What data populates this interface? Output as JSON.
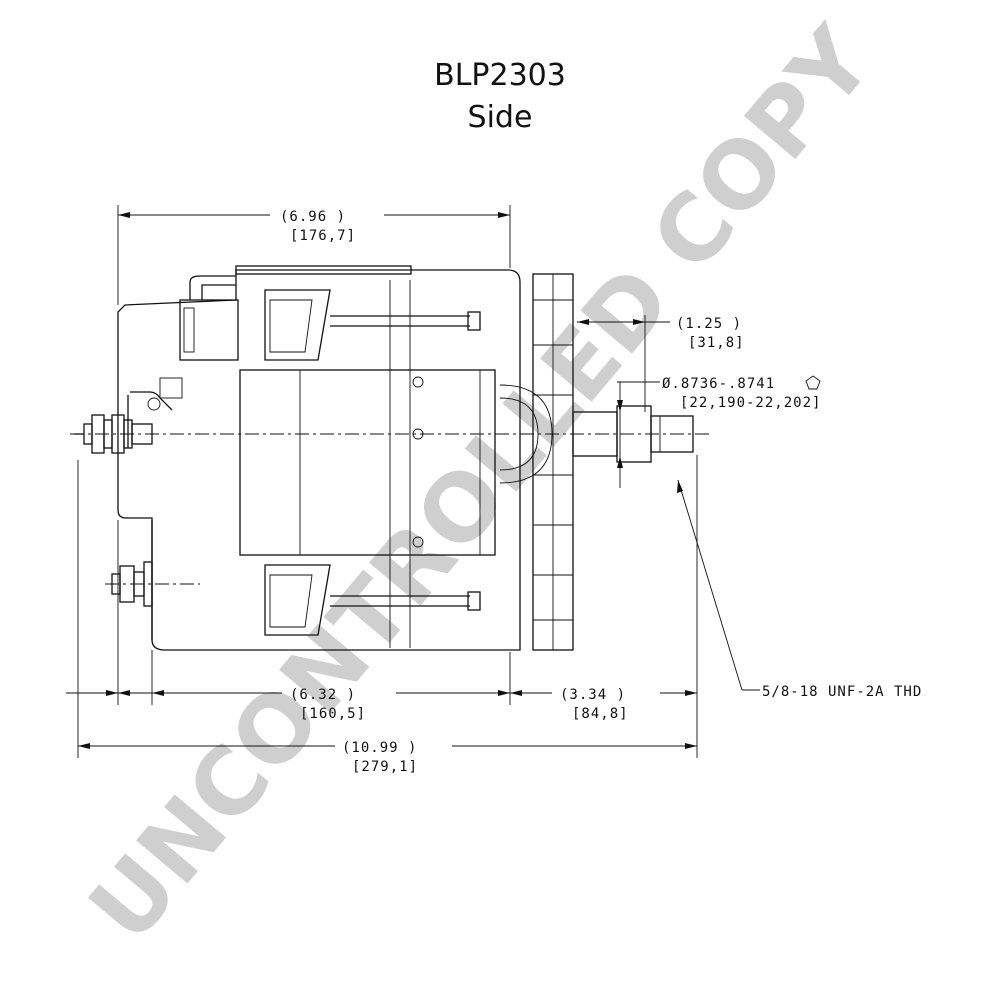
{
  "title": "BLP2303",
  "subtitle": "Side",
  "watermark": "UNCONTROLLED COPY",
  "dimensions": {
    "housing_length": {
      "inch": "(6.96    )",
      "mm": "[176,7]"
    },
    "pulley_offset": {
      "inch": "(1.25   )",
      "mm": "[31,8]"
    },
    "shaft_diameter": {
      "inch": "Ø.8736-.8741",
      "mm": "[22,190-22,202]"
    },
    "body_length": {
      "inch": "(6.32    )",
      "mm": "[160,5]"
    },
    "shaft_extension": {
      "inch": "(3.34    )",
      "mm": "[84,8]"
    },
    "overall_length": {
      "inch": "(10.99   )",
      "mm": "[279,1]"
    }
  },
  "thread_note": "5/8-18 UNF-2A THD",
  "colors": {
    "line": "#111111",
    "watermark": "#cfcfcf"
  }
}
